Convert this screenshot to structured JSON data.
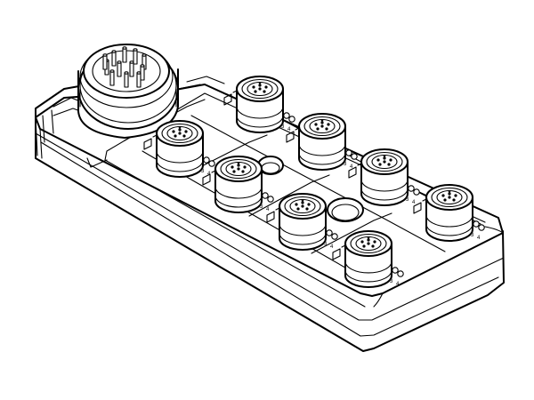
{
  "figure": {
    "subject": "M12 sensor/actuator distribution box with 8 round connector ports and a main multi-pin connector",
    "line_color": "#000000",
    "background_color": "#ffffff",
    "main_connector_count": 1,
    "port_count": 8,
    "mounting_hole_count": 2,
    "port_marking_glyphs": [
      "3",
      "4"
    ]
  }
}
